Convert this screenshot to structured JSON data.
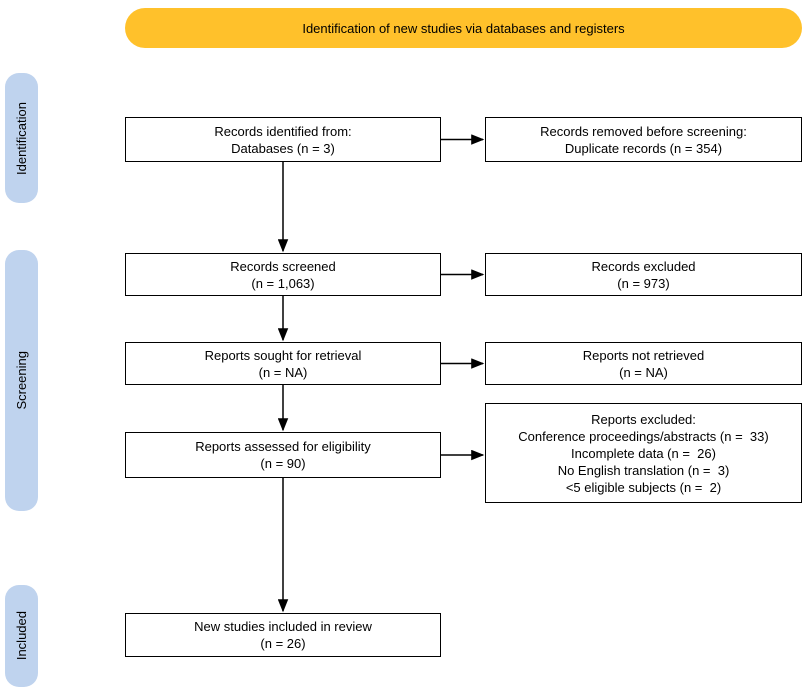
{
  "banner": {
    "label": "Identification of new studies via databases and registers"
  },
  "stages": {
    "identification": {
      "label": "Identification"
    },
    "screening": {
      "label": "Screening"
    },
    "included": {
      "label": "Included"
    }
  },
  "boxes": {
    "records_identified": {
      "lines": [
        "Records identified from:",
        "Databases (n = 3)"
      ]
    },
    "records_removed": {
      "lines": [
        "Records removed before screening:",
        "Duplicate records (n = 354)"
      ]
    },
    "records_screened": {
      "lines": [
        "Records screened",
        "(n = 1,063)"
      ]
    },
    "records_excluded": {
      "lines": [
        "Records excluded",
        "(n = 973)"
      ]
    },
    "reports_sought": {
      "lines": [
        "Reports sought for retrieval",
        "(n = NA)"
      ]
    },
    "reports_not_retrieved": {
      "lines": [
        "Reports not retrieved",
        "(n = NA)"
      ]
    },
    "reports_assessed": {
      "lines": [
        "Reports assessed for eligibility",
        "(n = 90)"
      ]
    },
    "reports_excluded": {
      "lines": [
        "Reports excluded:",
        "Conference proceedings/abstracts (n =  33)",
        "Incomplete data (n =  26)",
        "No English translation (n =  3)",
        "<5 eligible subjects (n =  2)"
      ]
    },
    "new_studies_included": {
      "lines": [
        "New studies included in review",
        "(n = 26)"
      ]
    }
  },
  "colors": {
    "banner": "#FFC12B",
    "stage": "#BFD3EE",
    "box_border": "#000000",
    "arrow": "#000000",
    "background": "#FFFFFF"
  }
}
